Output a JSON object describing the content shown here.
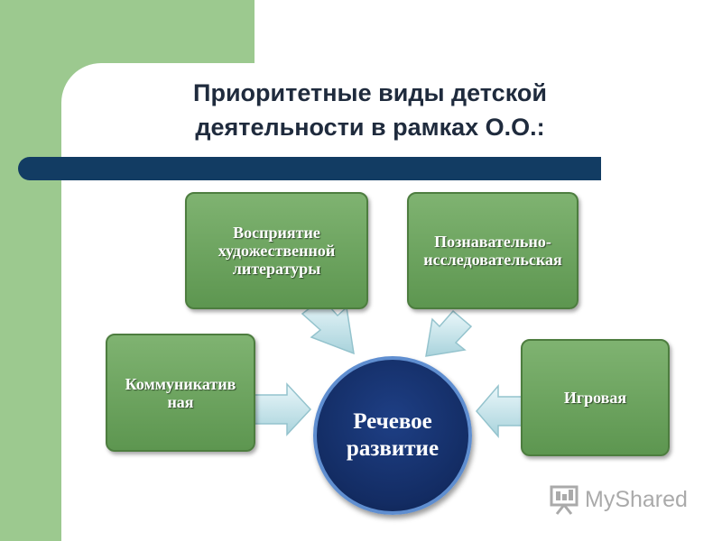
{
  "title": {
    "line1": "Приоритетные виды детской",
    "line2": "деятельности в рамках О.О.:"
  },
  "center": {
    "label": "Речевое\nразвитие"
  },
  "boxes": {
    "perception": "Восприятие\nхудожественной\nлитературы",
    "cognitive": "Познавательно-\nисследовательская",
    "communicative": "Коммуникатив\nная",
    "game": "Игровая"
  },
  "watermark": {
    "text": "MyShared",
    "icon": "presentation-board-icon"
  },
  "colors": {
    "box_green": "#6aa55c",
    "circle_navy": "#132c63",
    "bar_navy": "#123c63",
    "side_green": "#9cc98f"
  }
}
